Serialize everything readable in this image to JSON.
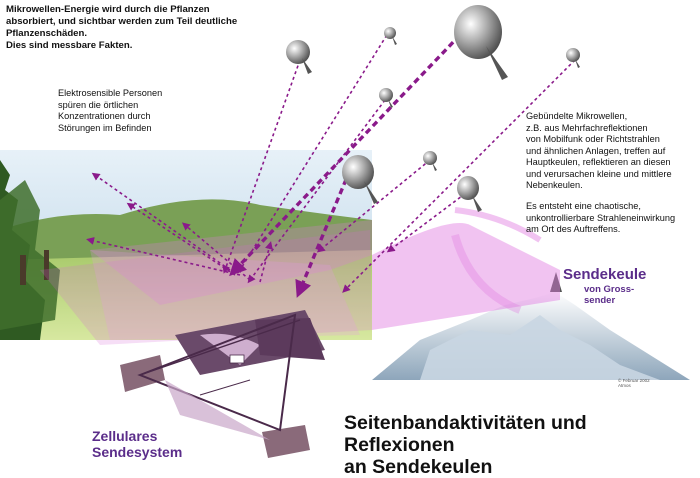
{
  "header_note": {
    "line1": "Mikrowellen-Energie wird durch die Pflanzen",
    "line2": "absorbiert, und sichtbar werden zum Teil deutliche",
    "line3": "Pflanzenschäden.",
    "line4": "Dies sind messbare Fakten."
  },
  "sensitive_note": {
    "line1": "Elektrosensible Personen",
    "line2": "spüren die örtlichen",
    "line3": "Konzentrationen durch",
    "line4": "Störungen im Befinden"
  },
  "beam_note": {
    "line1": "Gebündelte Mikrowellen,",
    "line2": "z.B.  aus Mehrfachreflektionen",
    "line3": "von Mobilfunk oder Richtstrahlen",
    "line4": "und ähnlichen Anlagen, treffen auf",
    "line5": "Hauptkeulen, reflektieren an diesen",
    "line6": "und verursachen kleine und mittlere",
    "line7": "Nebenkeulen."
  },
  "chaos_note": {
    "line1": "Es entsteht eine chaotische,",
    "line2": "unkontrollierbare Strahleneinwirkung",
    "line3": "am Ort des Auftreffens."
  },
  "sendekeule": {
    "title": "Sendekeule",
    "sub1": "von Gross-",
    "sub2": "sender"
  },
  "zellular": {
    "line1": "Zellulares",
    "line2": "Sendesystem"
  },
  "main_title": {
    "line1": "Seitenbandaktivitäten und Reflexionen",
    "line2": "an Sendekeulen"
  },
  "credit": {
    "line1": "© Februar 2002",
    "line2": "Atmos"
  },
  "colors": {
    "beam_purple": "#8a1a8a",
    "lobe_pink": "#e07ae0",
    "label_purple": "#5b2d8a",
    "sky": "#cfe3f0",
    "forest": "#3f6e2c"
  }
}
